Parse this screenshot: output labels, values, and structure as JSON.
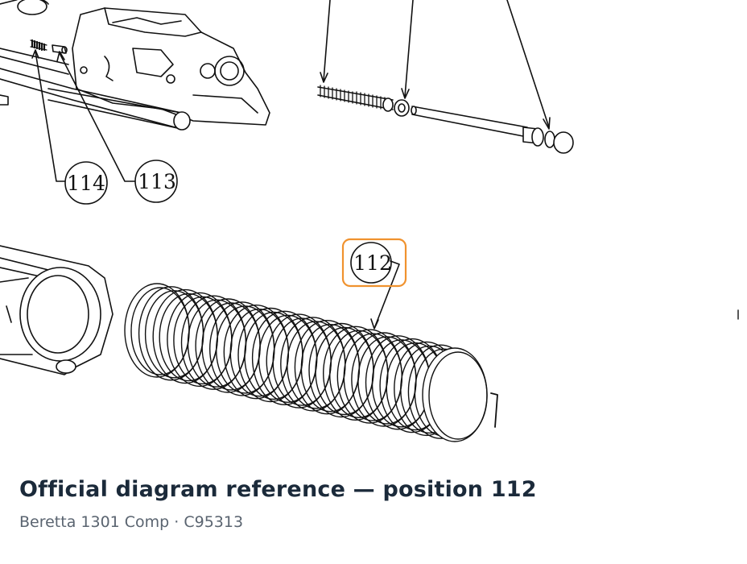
{
  "diagram": {
    "callouts": [
      {
        "id": "114",
        "label": "114"
      },
      {
        "id": "113",
        "label": "113"
      },
      {
        "id": "112",
        "label": "112",
        "highlighted": true
      }
    ],
    "highlight_color": "#f0922e"
  },
  "caption": {
    "title": "Official diagram reference — position 112",
    "subtitle": "Beretta 1301 Comp · C95313"
  }
}
